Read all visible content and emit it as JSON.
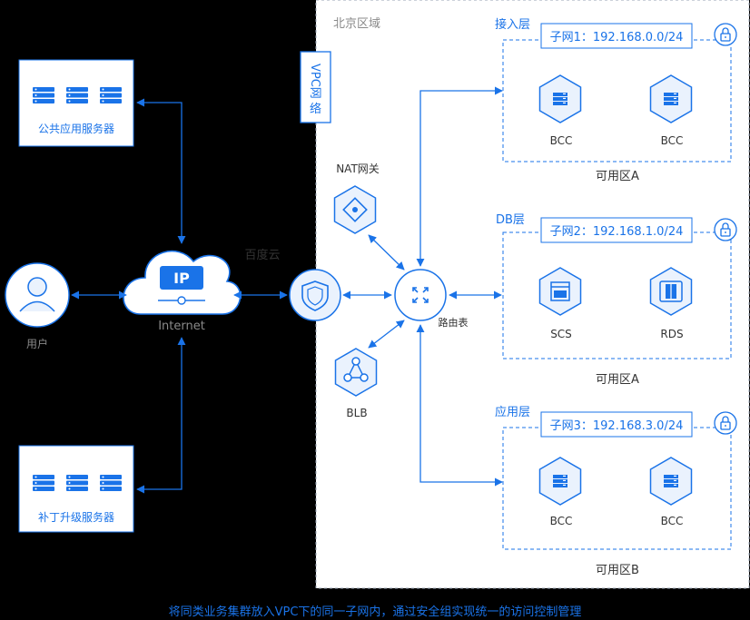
{
  "region": {
    "label": "北京区域"
  },
  "vpc": {
    "label_line1": "VPC网",
    "label_line2": "络"
  },
  "baidu_cloud": {
    "label": "百度云"
  },
  "internet": {
    "badge": "IP",
    "label": "Internet"
  },
  "user": {
    "label": "用户"
  },
  "public_server": {
    "label": "公共应用服务器"
  },
  "patch_server": {
    "label": "补丁升级服务器"
  },
  "nat": {
    "label": "NAT网关"
  },
  "blb": {
    "label": "BLB"
  },
  "router": {
    "label": "路由表"
  },
  "layers": [
    {
      "layer_name": "接入层",
      "subnet": "子网1：192.168.0.0/24",
      "nodes": [
        "BCC",
        "BCC"
      ],
      "zone": "可用区A"
    },
    {
      "layer_name": "DB层",
      "subnet": "子网2：192.168.1.0/24",
      "nodes": [
        "SCS",
        "RDS"
      ],
      "zone": "可用区A"
    },
    {
      "layer_name": "应用层",
      "subnet": "子网3：192.168.3.0/24",
      "nodes": [
        "BCC",
        "BCC"
      ],
      "zone": "可用区B"
    }
  ],
  "caption": "将同类业务集群放入VPC下的同一子网内，通过安全组实现统一的访问控制管理",
  "colors": {
    "primary": "#1a73e8",
    "light": "#eaf2fd",
    "text": "#333333",
    "muted": "#8a8a8a",
    "caption": "#1a73e8"
  }
}
